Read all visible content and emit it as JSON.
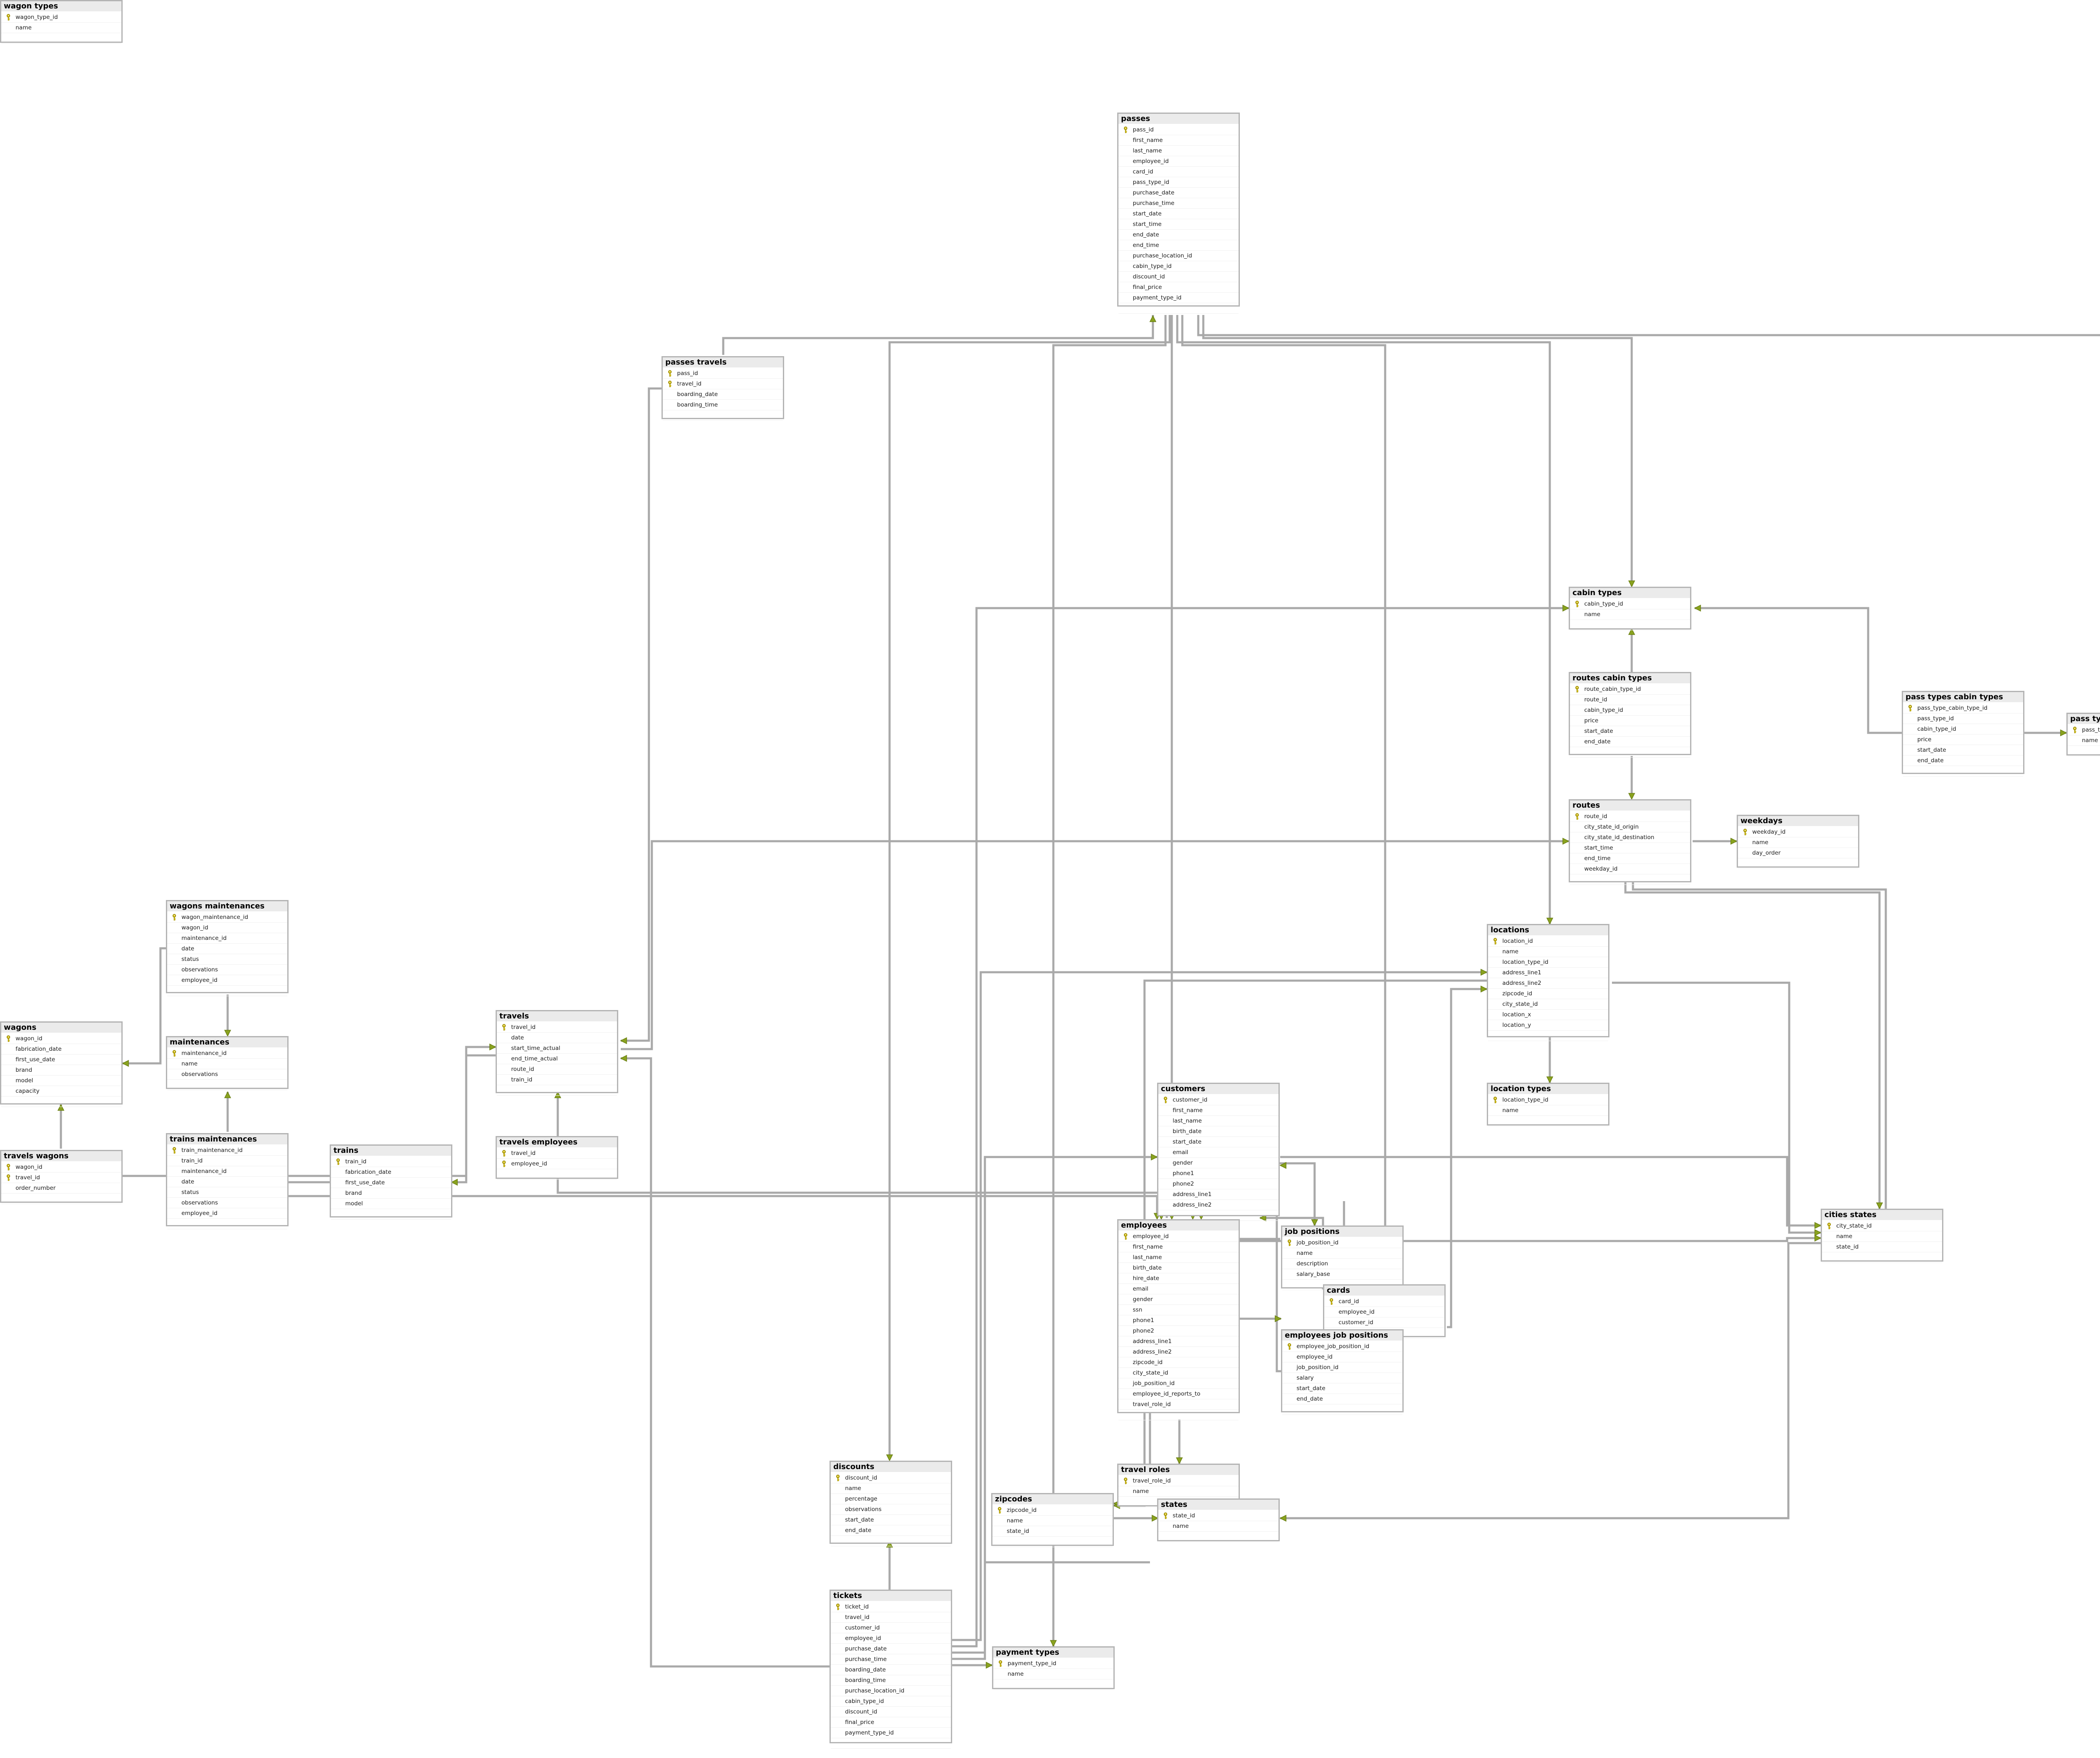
{
  "tables": [
    {
      "id": "wagon_types",
      "name": "wagon types",
      "columns": [
        {
          "name": "wagon_type_id",
          "pk": true
        },
        {
          "name": "name"
        }
      ]
    },
    {
      "id": "passes",
      "name": "passes",
      "columns": [
        {
          "name": "pass_id",
          "pk": true
        },
        {
          "name": "first_name"
        },
        {
          "name": "last_name"
        },
        {
          "name": "employee_id"
        },
        {
          "name": "card_id"
        },
        {
          "name": "pass_type_id"
        },
        {
          "name": "purchase_date"
        },
        {
          "name": "purchase_time"
        },
        {
          "name": "start_date"
        },
        {
          "name": "start_time"
        },
        {
          "name": "end_date"
        },
        {
          "name": "end_time"
        },
        {
          "name": "purchase_location_id"
        },
        {
          "name": "cabin_type_id"
        },
        {
          "name": "discount_id"
        },
        {
          "name": "final_price"
        },
        {
          "name": "payment_type_id"
        }
      ]
    },
    {
      "id": "passes_travels",
      "name": "passes travels",
      "columns": [
        {
          "name": "pass_id",
          "pk": true
        },
        {
          "name": "travel_id",
          "pk": true
        },
        {
          "name": "boarding_date"
        },
        {
          "name": "boarding_time"
        }
      ]
    },
    {
      "id": "cabin_types",
      "name": "cabin types",
      "columns": [
        {
          "name": "cabin_type_id",
          "pk": true
        },
        {
          "name": "name"
        }
      ]
    },
    {
      "id": "routes_cabin_types",
      "name": "routes cabin types",
      "columns": [
        {
          "name": "route_cabin_type_id",
          "pk": true
        },
        {
          "name": "route_id"
        },
        {
          "name": "cabin_type_id"
        },
        {
          "name": "price"
        },
        {
          "name": "start_date"
        },
        {
          "name": "end_date"
        }
      ]
    },
    {
      "id": "pass_types_cabin_types",
      "name": "pass types cabin types",
      "columns": [
        {
          "name": "pass_type_cabin_type_id",
          "pk": true
        },
        {
          "name": "pass_type_id"
        },
        {
          "name": "cabin_type_id"
        },
        {
          "name": "price"
        },
        {
          "name": "start_date"
        },
        {
          "name": "end_date"
        }
      ]
    },
    {
      "id": "pass_types",
      "name": "pass types",
      "columns": [
        {
          "name": "pass_type_id",
          "pk": true
        },
        {
          "name": "name"
        }
      ]
    },
    {
      "id": "routes",
      "name": "routes",
      "columns": [
        {
          "name": "route_id",
          "pk": true
        },
        {
          "name": "city_state_id_origin"
        },
        {
          "name": "city_state_id_destination"
        },
        {
          "name": "start_time"
        },
        {
          "name": "end_time"
        },
        {
          "name": "weekday_id"
        }
      ]
    },
    {
      "id": "weekdays",
      "name": "weekdays",
      "columns": [
        {
          "name": "weekday_id",
          "pk": true
        },
        {
          "name": "name"
        },
        {
          "name": "day_order"
        }
      ]
    },
    {
      "id": "wagons_maintenances",
      "name": "wagons maintenances",
      "columns": [
        {
          "name": "wagon_maintenance_id",
          "pk": true
        },
        {
          "name": "wagon_id"
        },
        {
          "name": "maintenance_id"
        },
        {
          "name": "date"
        },
        {
          "name": "status"
        },
        {
          "name": "observations"
        },
        {
          "name": "employee_id"
        }
      ]
    },
    {
      "id": "locations",
      "name": "locations",
      "columns": [
        {
          "name": "location_id",
          "pk": true
        },
        {
          "name": "name"
        },
        {
          "name": "location_type_id"
        },
        {
          "name": "address_line1"
        },
        {
          "name": "address_line2"
        },
        {
          "name": "zipcode_id"
        },
        {
          "name": "city_state_id"
        },
        {
          "name": "location_x"
        },
        {
          "name": "location_y"
        }
      ]
    },
    {
      "id": "wagons",
      "name": "wagons",
      "columns": [
        {
          "name": "wagon_id",
          "pk": true
        },
        {
          "name": "fabrication_date"
        },
        {
          "name": "first_use_date"
        },
        {
          "name": "brand"
        },
        {
          "name": "model"
        },
        {
          "name": "capacity"
        }
      ]
    },
    {
      "id": "maintenances",
      "name": "maintenances",
      "columns": [
        {
          "name": "maintenance_id",
          "pk": true
        },
        {
          "name": "name"
        },
        {
          "name": "observations"
        }
      ]
    },
    {
      "id": "travels",
      "name": "travels",
      "columns": [
        {
          "name": "travel_id",
          "pk": true
        },
        {
          "name": "date"
        },
        {
          "name": "start_time_actual"
        },
        {
          "name": "end_time_actual"
        },
        {
          "name": "route_id"
        },
        {
          "name": "train_id"
        }
      ]
    },
    {
      "id": "location_types",
      "name": "location types",
      "columns": [
        {
          "name": "location_type_id",
          "pk": true
        },
        {
          "name": "name"
        }
      ]
    },
    {
      "id": "customers",
      "name": "customers",
      "columns": [
        {
          "name": "customer_id",
          "pk": true
        },
        {
          "name": "first_name"
        },
        {
          "name": "last_name"
        },
        {
          "name": "birth_date"
        },
        {
          "name": "start_date"
        },
        {
          "name": "email"
        },
        {
          "name": "gender"
        },
        {
          "name": "phone1"
        },
        {
          "name": "phone2"
        },
        {
          "name": "address_line1"
        },
        {
          "name": "address_line2"
        }
      ]
    },
    {
      "id": "trains_maintenances",
      "name": "trains maintenances",
      "columns": [
        {
          "name": "train_maintenance_id",
          "pk": true
        },
        {
          "name": "train_id"
        },
        {
          "name": "maintenance_id"
        },
        {
          "name": "date"
        },
        {
          "name": "status"
        },
        {
          "name": "observations"
        },
        {
          "name": "employee_id"
        }
      ]
    },
    {
      "id": "travels_employees",
      "name": "travels employees",
      "columns": [
        {
          "name": "travel_id",
          "pk": true
        },
        {
          "name": "employee_id",
          "pk": true
        }
      ]
    },
    {
      "id": "travels_wagons",
      "name": "travels wagons",
      "columns": [
        {
          "name": "wagon_id",
          "pk": true
        },
        {
          "name": "travel_id",
          "pk": true
        },
        {
          "name": "order_number"
        }
      ]
    },
    {
      "id": "trains",
      "name": "trains",
      "columns": [
        {
          "name": "train_id",
          "pk": true
        },
        {
          "name": "fabrication_date"
        },
        {
          "name": "first_use_date"
        },
        {
          "name": "brand"
        },
        {
          "name": "model"
        }
      ]
    },
    {
      "id": "cities_states",
      "name": "cities states",
      "columns": [
        {
          "name": "city_state_id",
          "pk": true
        },
        {
          "name": "name"
        },
        {
          "name": "state_id"
        }
      ]
    },
    {
      "id": "employees",
      "name": "employees",
      "columns": [
        {
          "name": "employee_id",
          "pk": true
        },
        {
          "name": "first_name"
        },
        {
          "name": "last_name"
        },
        {
          "name": "birth_date"
        },
        {
          "name": "hire_date"
        },
        {
          "name": "email"
        },
        {
          "name": "gender"
        },
        {
          "name": "ssn"
        },
        {
          "name": "phone1"
        },
        {
          "name": "phone2"
        },
        {
          "name": "address_line1"
        },
        {
          "name": "address_line2"
        },
        {
          "name": "zipcode_id"
        },
        {
          "name": "city_state_id"
        },
        {
          "name": "job_position_id"
        },
        {
          "name": "employee_id_reports_to"
        },
        {
          "name": "travel_role_id"
        }
      ]
    },
    {
      "id": "job_positions",
      "name": "job positions",
      "columns": [
        {
          "name": "job_position_id",
          "pk": true
        },
        {
          "name": "name"
        },
        {
          "name": "description"
        },
        {
          "name": "salary_base"
        }
      ]
    },
    {
      "id": "cards",
      "name": "cards",
      "columns": [
        {
          "name": "card_id",
          "pk": true
        },
        {
          "name": "employee_id"
        },
        {
          "name": "customer_id"
        }
      ]
    },
    {
      "id": "employees_job_positions",
      "name": "employees job positions",
      "columns": [
        {
          "name": "employee_job_position_id",
          "pk": true
        },
        {
          "name": "employee_id"
        },
        {
          "name": "job_position_id"
        },
        {
          "name": "salary"
        },
        {
          "name": "start_date"
        },
        {
          "name": "end_date"
        }
      ]
    },
    {
      "id": "discounts",
      "name": "discounts",
      "columns": [
        {
          "name": "discount_id",
          "pk": true
        },
        {
          "name": "name"
        },
        {
          "name": "percentage"
        },
        {
          "name": "observations"
        },
        {
          "name": "start_date"
        },
        {
          "name": "end_date"
        }
      ]
    },
    {
      "id": "travel_roles",
      "name": "travel roles",
      "columns": [
        {
          "name": "travel_role_id",
          "pk": true
        },
        {
          "name": "name"
        }
      ]
    },
    {
      "id": "zipcodes",
      "name": "zipcodes",
      "columns": [
        {
          "name": "zipcode_id",
          "pk": true
        },
        {
          "name": "name"
        },
        {
          "name": "state_id"
        }
      ]
    },
    {
      "id": "states",
      "name": "states",
      "columns": [
        {
          "name": "state_id",
          "pk": true
        },
        {
          "name": "name"
        }
      ]
    },
    {
      "id": "tickets",
      "name": "tickets",
      "columns": [
        {
          "name": "ticket_id",
          "pk": true
        },
        {
          "name": "travel_id"
        },
        {
          "name": "customer_id"
        },
        {
          "name": "employee_id"
        },
        {
          "name": "purchase_date"
        },
        {
          "name": "purchase_time"
        },
        {
          "name": "boarding_date"
        },
        {
          "name": "boarding_time"
        },
        {
          "name": "purchase_location_id"
        },
        {
          "name": "cabin_type_id"
        },
        {
          "name": "discount_id"
        },
        {
          "name": "final_price"
        },
        {
          "name": "payment_type_id"
        }
      ]
    },
    {
      "id": "payment_types",
      "name": "payment types",
      "columns": [
        {
          "name": "payment_type_id",
          "pk": true
        },
        {
          "name": "name"
        }
      ]
    }
  ],
  "colors": {
    "connector": "#a9a9a9",
    "arrow": "#8aa31f",
    "key": "#c9b400",
    "header": "#ebebeb",
    "border": "#b4b4b4"
  }
}
